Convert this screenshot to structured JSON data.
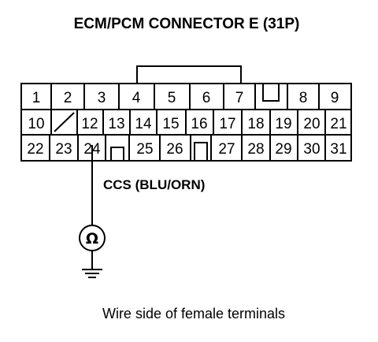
{
  "title": "ECM/PCM CONNECTOR E (31P)",
  "wire_label": "CCS (BLU/ORN)",
  "caption": "Wire side of female terminals",
  "meter_symbol": "Ω",
  "connector": {
    "rows": [
      [
        "1",
        "2",
        "3",
        "4",
        "5",
        "6",
        "7",
        "",
        "8",
        "9"
      ],
      [
        "10",
        "",
        "12",
        "13",
        "14",
        "15",
        "16",
        "17",
        "18",
        "19",
        "20",
        "21"
      ],
      [
        "22",
        "23",
        "24",
        "",
        "25",
        "26",
        "",
        "27",
        "28",
        "29",
        "30",
        "31"
      ]
    ],
    "probe_terminal": "24"
  }
}
